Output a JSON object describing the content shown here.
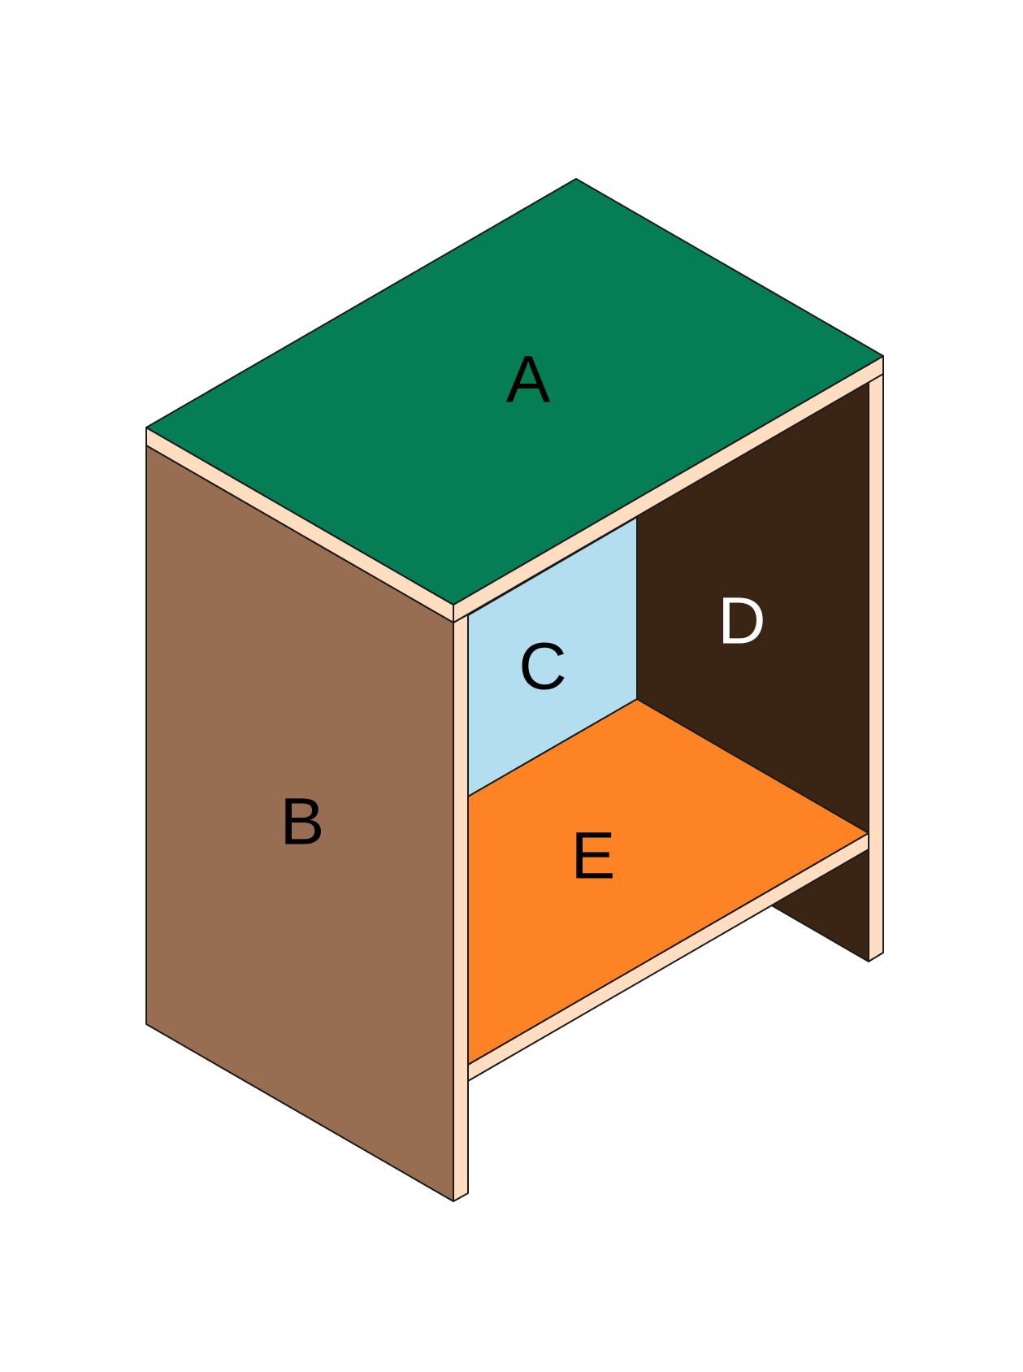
{
  "panels": {
    "A": {
      "label": "A",
      "color": "#067E55",
      "text_color": "#000000"
    },
    "B": {
      "label": "B",
      "color": "#976E51",
      "text_color": "#000000"
    },
    "C": {
      "label": "C",
      "color": "#B2DEF0",
      "text_color": "#000000"
    },
    "D": {
      "label": "D",
      "color": "#3A2413",
      "text_color": "#ffffff"
    },
    "E": {
      "label": "E",
      "color": "#FE8325",
      "text_color": "#000000"
    }
  },
  "edge_color": "#FEDDC0"
}
